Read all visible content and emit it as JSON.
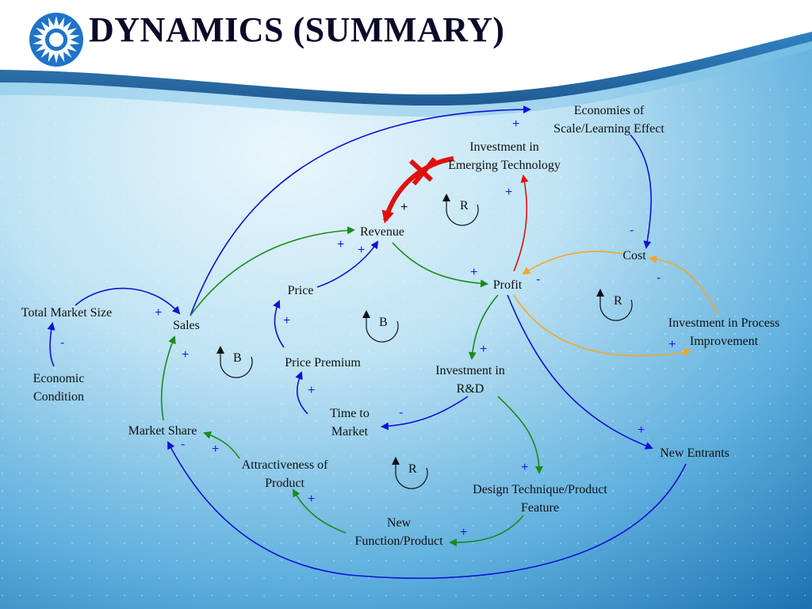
{
  "title": "DYNAMICS (SUMMARY)",
  "nodes": {
    "economies": [
      "Economies of",
      "Scale/Learning Effect"
    ],
    "investment_emerging": [
      "Investment in",
      "Emerging Technology"
    ],
    "revenue": [
      "Revenue"
    ],
    "cost": [
      "Cost"
    ],
    "profit": [
      "Profit"
    ],
    "price": [
      "Price"
    ],
    "total_market": [
      "Total Market Size"
    ],
    "sales": [
      "Sales"
    ],
    "economic_condition": [
      "Economic",
      "Condition"
    ],
    "price_premium": [
      "Price Premium"
    ],
    "investment_rd": [
      "Investment in",
      "R&D"
    ],
    "investment_process": [
      "Investment in Process",
      "Improvement"
    ],
    "time_to_market": [
      "Time to",
      "Market"
    ],
    "market_share": [
      "Market Share"
    ],
    "attractiveness": [
      "Attractiveness of",
      "Product"
    ],
    "new_entrants": [
      "New Entrants"
    ],
    "design_technique": [
      "Design Technique/Product",
      "Feature"
    ],
    "new_function": [
      "New",
      "Function/Product"
    ]
  },
  "loops": {
    "r1": "R",
    "r2": "R",
    "r3": "R",
    "b1": "B",
    "b2": "B"
  },
  "signs": {
    "plus": "+",
    "minus": "-"
  },
  "colors": {
    "blue": "#1010d8",
    "green": "#1a8a1a",
    "red": "#e01010",
    "orange": "#f5a623",
    "title": "#0a0a28"
  }
}
